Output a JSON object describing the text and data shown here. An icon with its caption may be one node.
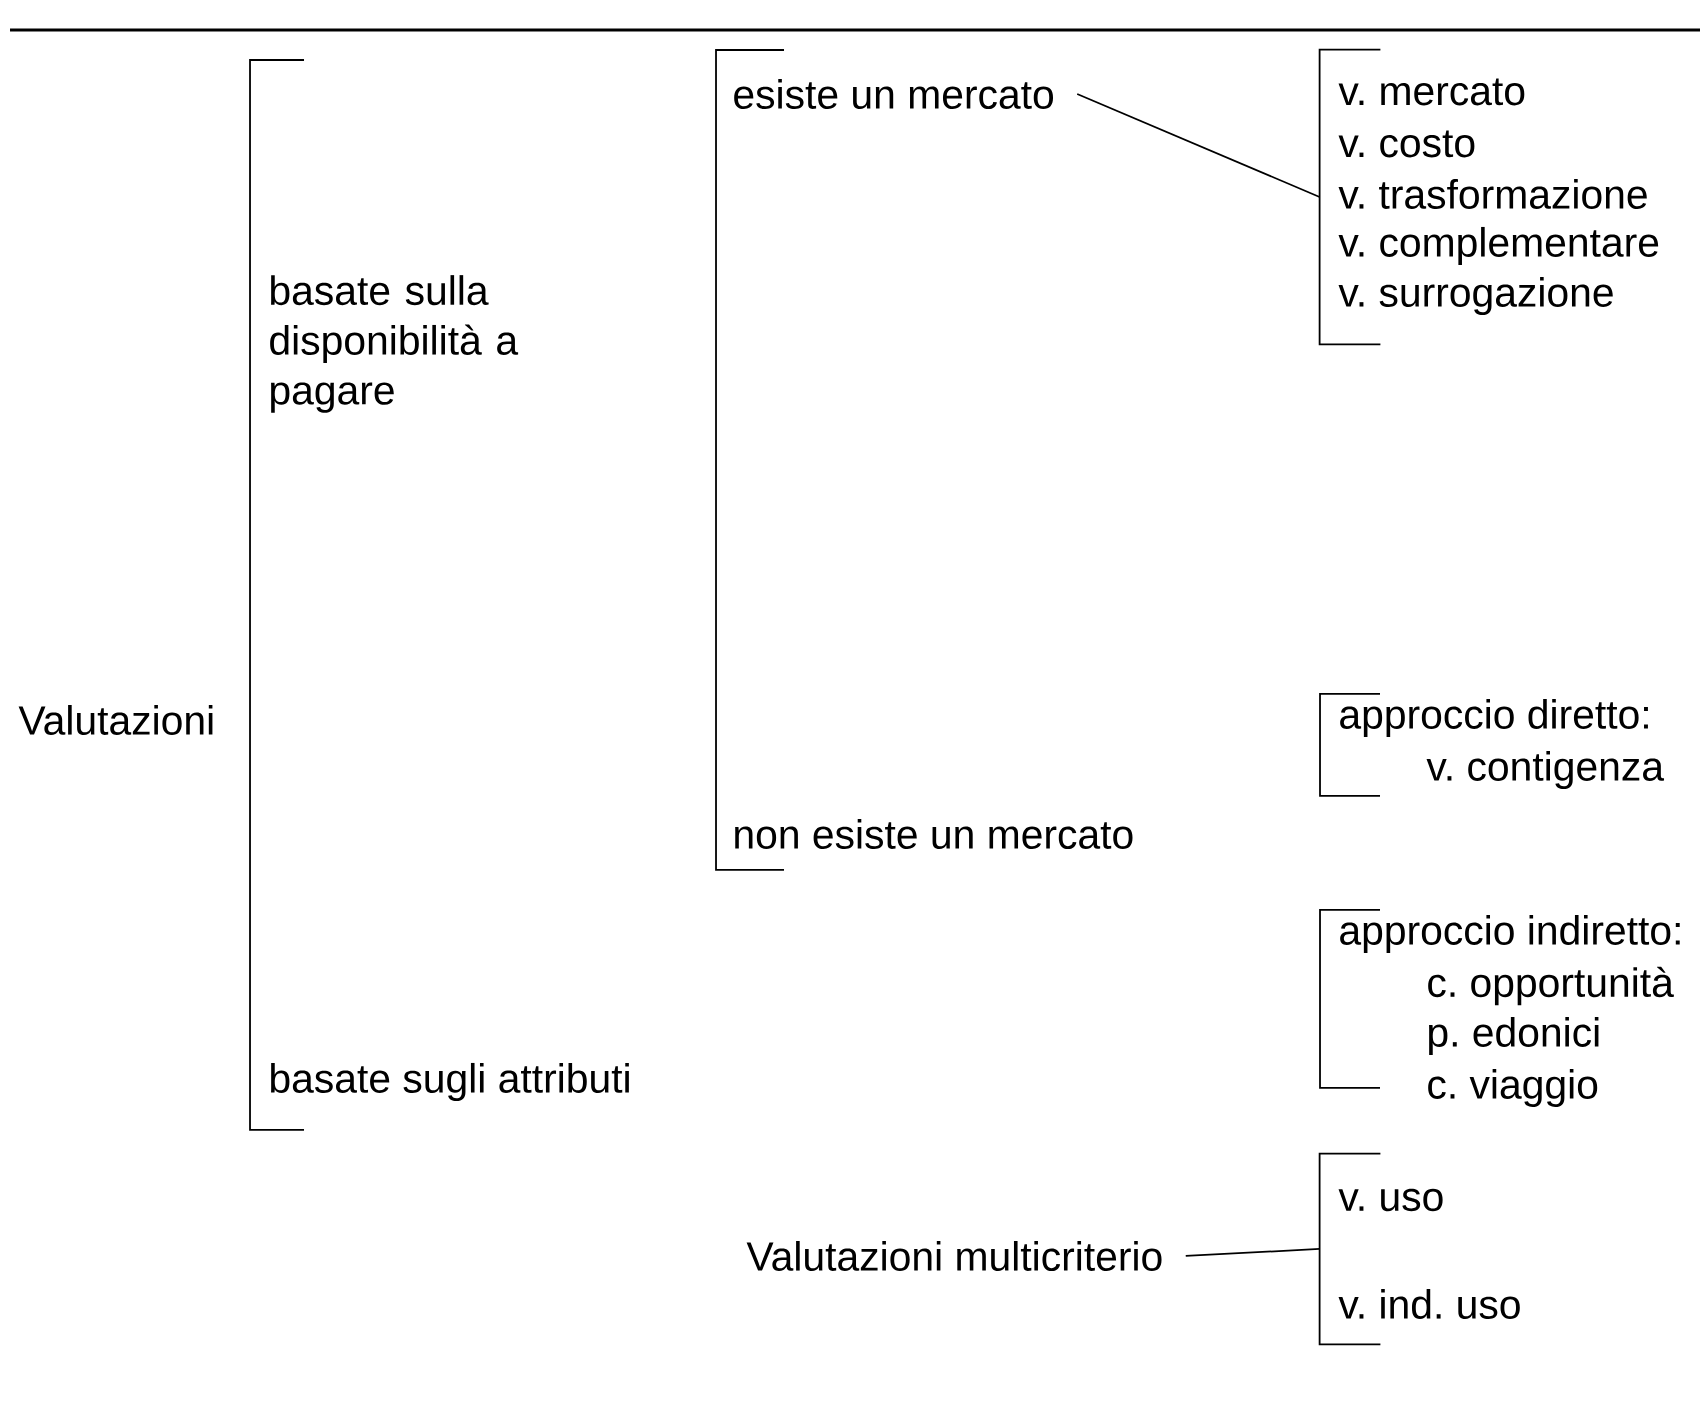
{
  "diagram": {
    "nodes": [
      {
        "text": [
          "esiste un mercato"
        ]
      },
      {
        "text": [
          "Valutazioni multicriterio"
        ]
      },
      {
        "text": [],
        "shape": "bracket"
      },
      {
        "text": [],
        "shape": "bracket"
      }
    ],
    "edges": [
      {
        "from": 0,
        "to": 2,
        "arrow": "none"
      },
      {
        "from": 1,
        "to": 3,
        "arrow": "none"
      }
    ],
    "labels": [
      "Valutazioni",
      "basate sulla disponibilità a pagare",
      "v. mercato",
      "v. costo",
      "v. trasformazione",
      "v. complementare",
      "v. surrogazione",
      "non esiste un mercato",
      "approccio diretto:",
      "v. contigenza",
      "approccio indiretto:",
      "c. opportunità",
      "p. edonici",
      "c. viaggio",
      "basate sugli attributi",
      "v. uso",
      "v. ind. uso"
    ]
  }
}
